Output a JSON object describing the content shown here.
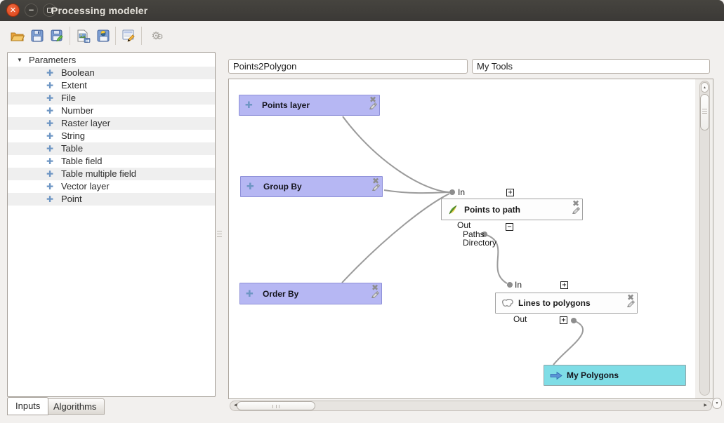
{
  "window": {
    "title": "Processing modeler"
  },
  "icons": {
    "close_x": "✕",
    "minimize": "–",
    "plus": "✚",
    "node_close_x": "✖",
    "tree_expander": "▼",
    "expand_box": "+",
    "collapse_box": "−",
    "scroll_up": "▲",
    "scroll_down": "▼",
    "scroll_left": "◀",
    "scroll_right": "▶",
    "gear": "⚙"
  },
  "toolbar": {
    "buttons": [
      "open-model",
      "save-model",
      "save-model-as",
      "export-as-image",
      "export-as-python",
      "edit-model-help",
      "run-model"
    ]
  },
  "sidebar": {
    "root_label": "Parameters",
    "items": [
      "Boolean",
      "Extent",
      "File",
      "Number",
      "Raster layer",
      "String",
      "Table",
      "Table field",
      "Table multiple field",
      "Vector layer",
      "Point"
    ],
    "tabs": [
      {
        "label": "Inputs",
        "active": true
      },
      {
        "label": "Algorithms",
        "active": false
      }
    ]
  },
  "model": {
    "name_value": "Points2Polygon",
    "group_value": "My Tools"
  },
  "canvas": {
    "nodes": {
      "points_layer": {
        "label": "Points layer",
        "type": "input"
      },
      "group_by": {
        "label": "Group By",
        "type": "input"
      },
      "order_by": {
        "label": "Order By",
        "type": "input"
      },
      "points_to_path": {
        "label": "Points to path",
        "type": "algorithm",
        "in_label": "In",
        "out_label": "Out",
        "outputs": [
          "Paths",
          "Directory"
        ]
      },
      "lines_to_polygons": {
        "label": "Lines to polygons",
        "type": "algorithm",
        "in_label": "In",
        "out_label": "Out"
      },
      "my_polygons": {
        "label": "My Polygons",
        "type": "output"
      }
    },
    "colors": {
      "input_node": "#b6b7f3",
      "output_node": "#7fdde6",
      "connection": "#9b9b9b",
      "titlebar": "#3c3b37",
      "close_button": "#d8431a",
      "plus_icon_blue": "#6e96c4"
    }
  }
}
